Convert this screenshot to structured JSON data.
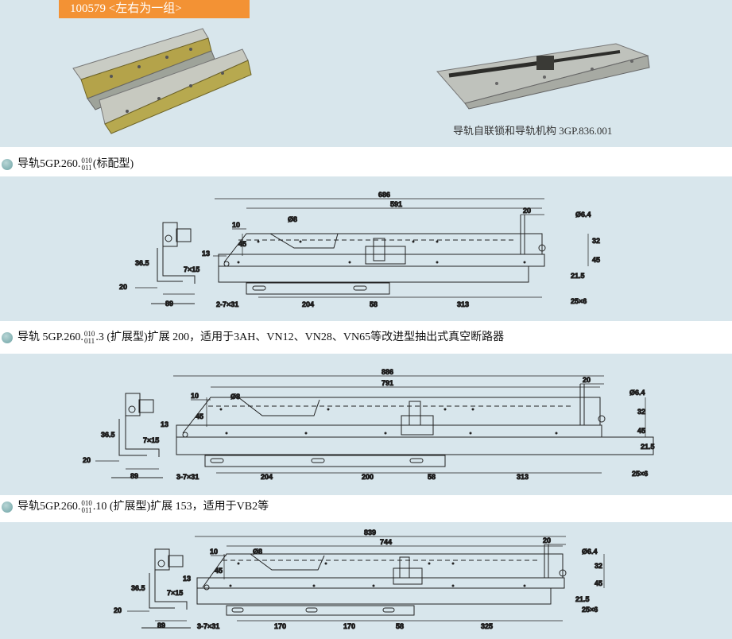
{
  "header": {
    "tag_label": "100579 <左右为一组>",
    "photo_caption": "导轨自联锁和导轨机构 3GP.836.001",
    "tag_color": "#f39234",
    "band_color": "#d8e6ec"
  },
  "sections": [
    {
      "prefix": "导轨5GP.260.",
      "frac_top": "010",
      "frac_bottom": "011",
      "suffix": "(标配型)",
      "dims": {
        "total": "686",
        "inner": "591",
        "d20": "20",
        "hole_r": "Ø6.4",
        "d10": "10",
        "d8": "Ø8",
        "d45l": "45",
        "d13": "13",
        "d7x15": "7×15",
        "d32": "32",
        "d45r": "45",
        "d21_5": "21.5",
        "d25x6": "25×6",
        "d36_5": "36.5",
        "d20l": "20",
        "d89": "89",
        "slots": "2-7×31",
        "seg1": "204",
        "seg2": "58",
        "seg3": "313"
      }
    },
    {
      "prefix": "导轨 5GP.260.",
      "frac_top": "010",
      "frac_bottom": "011",
      "suffix": ".3 (扩展型)扩展 200，适用于3AH、VN12、VN28、VN65等改进型抽出式真空断路器",
      "dims": {
        "total": "886",
        "inner": "791",
        "d20": "20",
        "hole_r": "Ø6.4",
        "d10": "10",
        "d8": "Ø8",
        "d45l": "45",
        "d13": "13",
        "d7x15": "7×15",
        "d32": "32",
        "d45r": "45",
        "d21_5": "21.5",
        "d25x6": "25×6",
        "d36_5": "36.5",
        "d20l": "20",
        "d89": "89",
        "slots": "3-7×31",
        "seg1": "204",
        "seg2": "200",
        "seg3": "58",
        "seg4": "313"
      }
    },
    {
      "prefix": "导轨5GP.260.",
      "frac_top": "010",
      "frac_bottom": "011",
      "suffix": ".10 (扩展型)扩展 153，适用于VB2等",
      "dims": {
        "total": "839",
        "inner": "744",
        "d20": "20",
        "hole_r": "Ø6.4",
        "d10": "10",
        "d8": "Ø8",
        "d45l": "45",
        "d13": "13",
        "d7x15": "7×15",
        "d32": "32",
        "d45r": "45",
        "d21_5": "21.5",
        "d25x6": "25×6",
        "d36_5": "36.5",
        "d20l": "20",
        "d89": "89",
        "slots": "3-7×31",
        "seg1": "170",
        "seg2": "170",
        "seg3": "58",
        "seg4": "325"
      }
    }
  ]
}
